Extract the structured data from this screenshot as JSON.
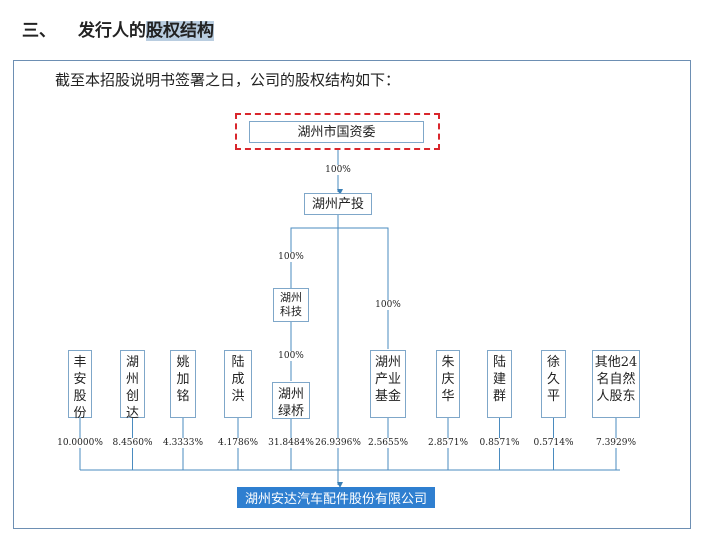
{
  "heading": {
    "number": "三、",
    "prefix": "发行人的",
    "highlight": "股权结构"
  },
  "intro": "截至本招股说明书签署之日，公司的股权结构如下：",
  "top_entity": "湖州市国资委",
  "top_to_chantou_pct": "100%",
  "chantou": "湖州产投",
  "chantou_to_keji_pct": "100%",
  "keji": [
    "湖州",
    "科技"
  ],
  "keji_to_lvqiao_pct": "100%",
  "chantou_to_jijin_pct": "100%",
  "direct_chantou_pct": "26.9396%",
  "shareholders": [
    {
      "lines": [
        "丰",
        "安",
        "股",
        "份"
      ],
      "pct": "10.0000%"
    },
    {
      "lines": [
        "湖",
        "州",
        "创",
        "达"
      ],
      "pct": "8.4560%"
    },
    {
      "lines": [
        "姚",
        "加",
        "铭"
      ],
      "pct": "4.3333%"
    },
    {
      "lines": [
        "陆",
        "成",
        "洪"
      ],
      "pct": "4.1786%"
    },
    {
      "lines": [
        "湖州",
        "绿桥"
      ],
      "pct": "31.8484%"
    },
    {
      "lines": [
        "湖州",
        "产业",
        "基金"
      ],
      "pct": "2.5655%"
    },
    {
      "lines": [
        "朱",
        "庆",
        "华"
      ],
      "pct": "2.8571%"
    },
    {
      "lines": [
        "陆",
        "建",
        "群"
      ],
      "pct": "0.8571%"
    },
    {
      "lines": [
        "徐",
        "久",
        "平"
      ],
      "pct": "0.5714%"
    },
    {
      "lines": [
        "其他24",
        "名自然",
        "人股东"
      ],
      "pct": "7.3929%"
    }
  ],
  "company": "湖州安达汽车配件股份有限公司",
  "colors": {
    "line": "#4a8bbf",
    "dashed": "#d9262c",
    "company": "#2f7fd0"
  }
}
